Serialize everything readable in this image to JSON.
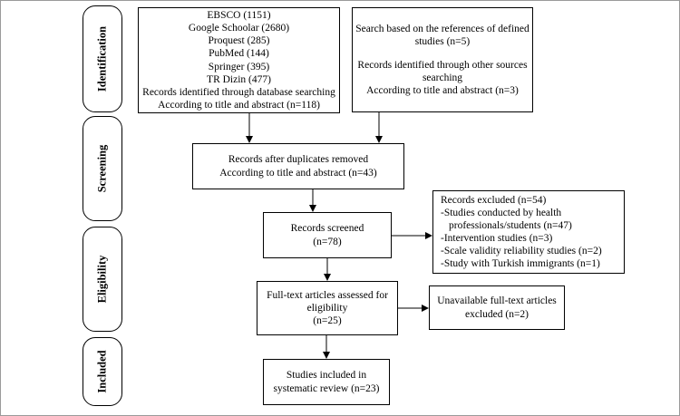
{
  "stages": [
    {
      "id": "identification",
      "label": "Identification"
    },
    {
      "id": "screening",
      "label": "Screening"
    },
    {
      "id": "eligibility",
      "label": "Eligibility"
    },
    {
      "id": "included",
      "label": "Included"
    }
  ],
  "boxes": {
    "database": {
      "lines": [
        "EBSCO (1151)",
        "Google Schoolar (2680)",
        "Proquest (285)",
        "PubMed (144)",
        "Springer (395)",
        "TR Dizin (477)",
        "Records identified through database searching",
        "According to title and abstract (n=118)"
      ]
    },
    "other_sources": {
      "lines": [
        "Search based on the references of defined",
        "studies (n=5)",
        "",
        "Records identified through other sources",
        "searching",
        "According to title and abstract (n=3)"
      ]
    },
    "duplicates": {
      "lines": [
        "Records after duplicates removed",
        "According to title and abstract (n=43)"
      ]
    },
    "screened": {
      "lines": [
        "Records screened",
        "(n=78)"
      ]
    },
    "excluded": {
      "lines": [
        "Records excluded (n=54)",
        "-Studies conducted by health",
        "professionals/students (n=47)",
        "-Intervention studies (n=3)",
        "-Scale validity reliability studies (n=2)",
        "-Study with Turkish immigrants (n=1)"
      ]
    },
    "fulltext": {
      "lines": [
        "Full-text articles assessed for",
        "eligibility",
        "(n=25)"
      ]
    },
    "unavailable": {
      "lines": [
        "Unavailable full-text articles",
        "excluded (n=2)"
      ]
    },
    "included": {
      "lines": [
        "Studies included in",
        "systematic review (n=23)"
      ]
    }
  }
}
